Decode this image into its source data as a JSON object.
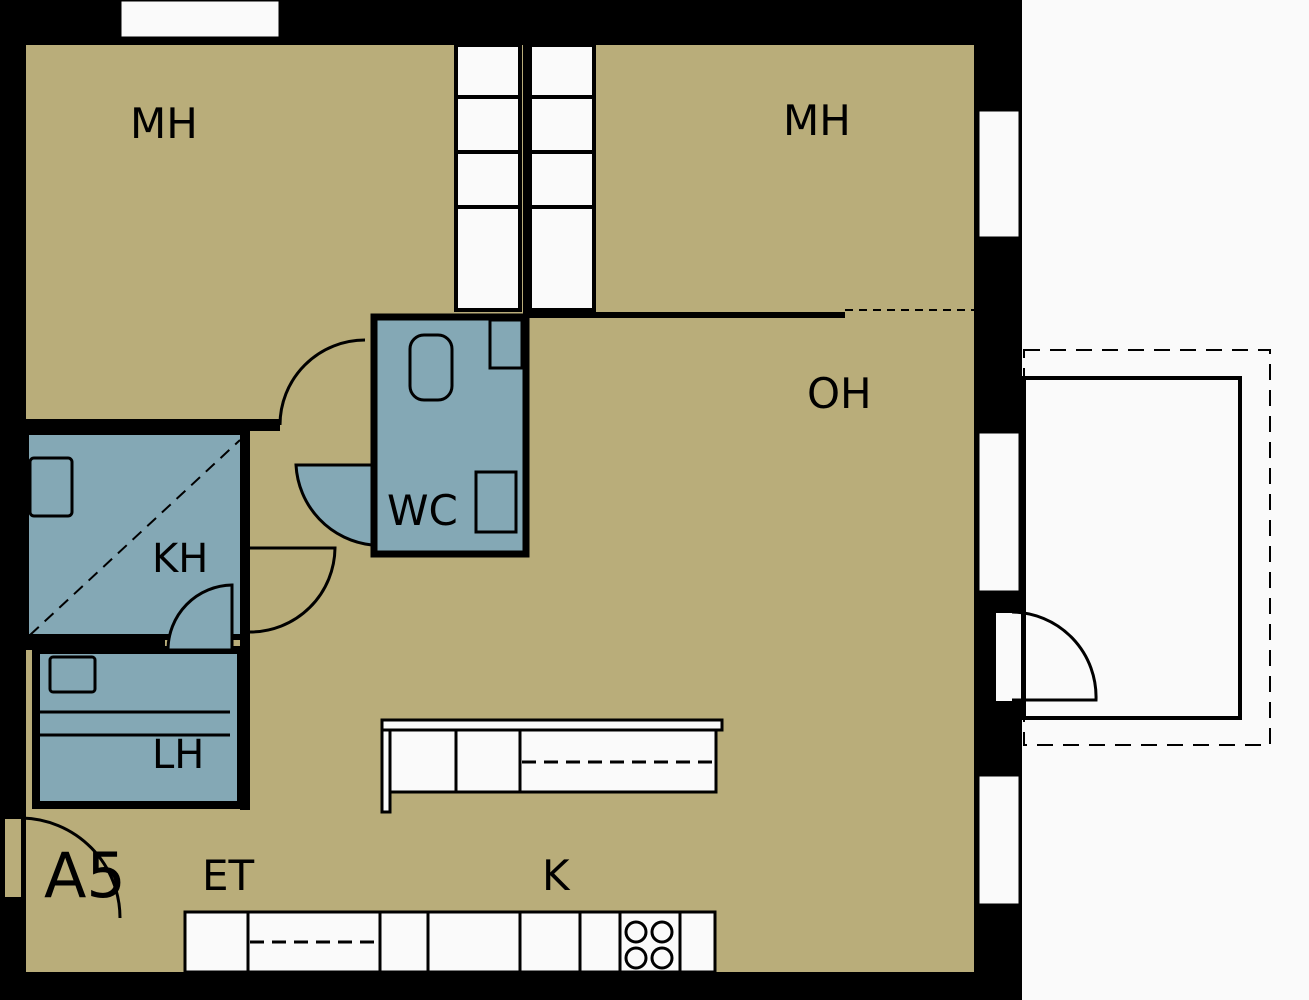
{
  "plan": {
    "apartment_code": "A5",
    "rooms": {
      "bedroom_1": "MH",
      "bedroom_2": "MH",
      "living_room": "OH",
      "wc": "WC",
      "bathroom": "KH",
      "sauna": "LH",
      "entrance": "ET",
      "kitchen": "K"
    }
  },
  "colors": {
    "floor": "#b9ad7a",
    "wet_room": "#84a8b5",
    "wall": "#000000",
    "background": "#fafafa"
  }
}
